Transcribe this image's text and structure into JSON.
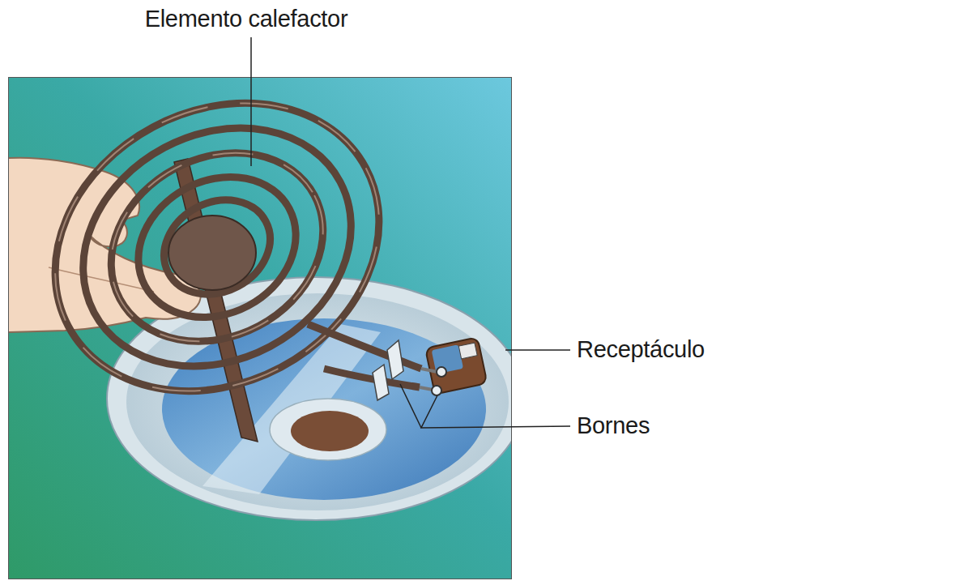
{
  "diagram": {
    "labels": [
      "Elemento calefactor",
      "Receptáculo",
      "Bornes"
    ]
  }
}
